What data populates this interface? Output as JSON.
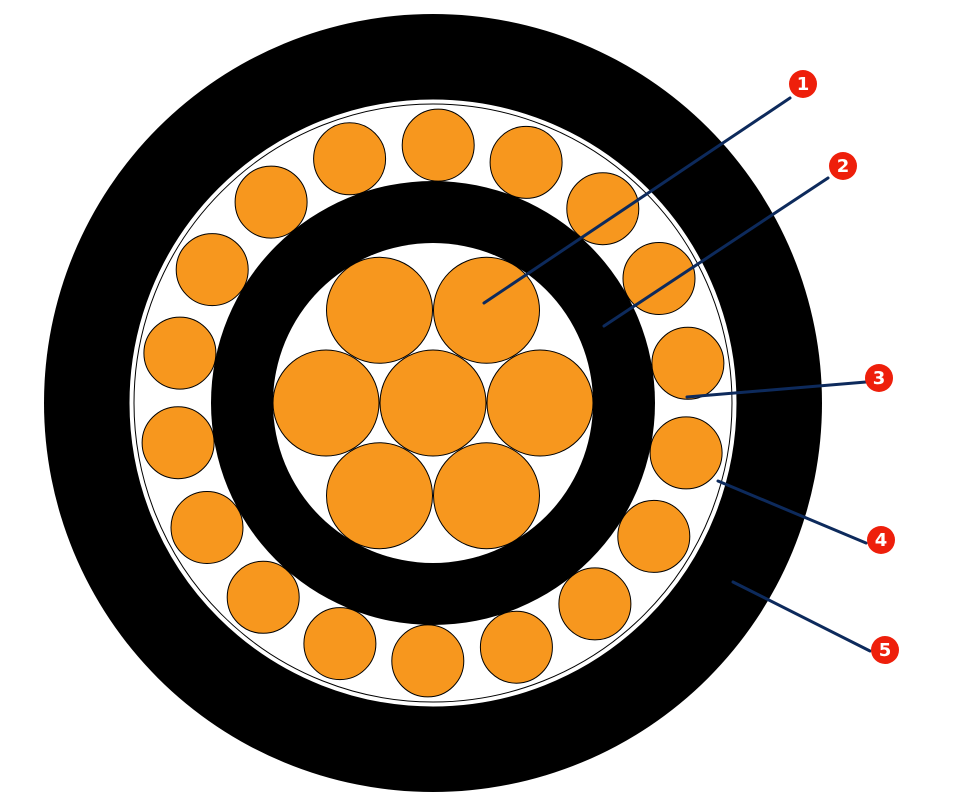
{
  "colors": {
    "background": "#ffffff",
    "jacket": "#000000",
    "insulation": "#000000",
    "strand_fill": "#f7971e",
    "strand_stroke": "#000000",
    "tape_stroke": "#000000",
    "leader_line": "#0d2a5c",
    "callout_fill": "#ee1f0b",
    "callout_text": "#ffffff"
  },
  "diagram": {
    "structure": {
      "inner_core_strands": 7,
      "outer_layer_strands": 18
    },
    "callouts": [
      {
        "label": "1",
        "target": "conductor"
      },
      {
        "label": "2",
        "target": "insulation"
      },
      {
        "label": "3",
        "target": "outer-strand"
      },
      {
        "label": "4",
        "target": "tape"
      },
      {
        "label": "5",
        "target": "jacket"
      }
    ]
  }
}
